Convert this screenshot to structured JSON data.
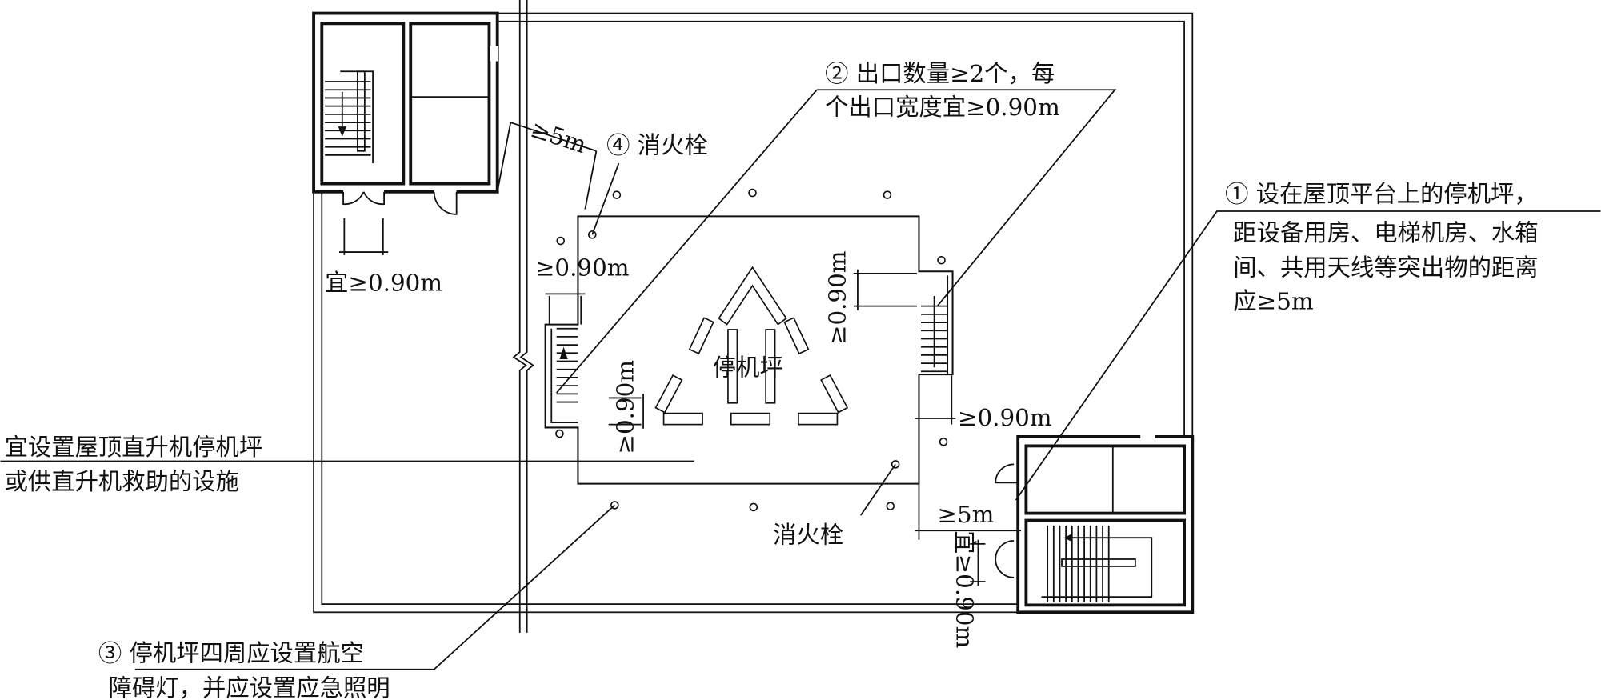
{
  "labels": {
    "note1": [
      "① 设在屋顶平台上的停机坪，",
      "距设备用房、电梯机房、水箱",
      "间、共用天线等突出物的距离",
      "应≥5m"
    ],
    "note2": [
      "② 出口数量≥2个，每",
      "个出口宽度宜≥0.90m"
    ],
    "note3": [
      "③ 停机坪四周应设置航空",
      "障碍灯，并应设置应急照明"
    ],
    "note4": "④ 消火栓",
    "side_note": [
      "宜设置屋顶直升机停机坪",
      "或供直升机救助的设施"
    ],
    "helipad": "停机坪",
    "hydrant": "消火栓",
    "dims": {
      "top_5m": "≥5m",
      "door_width_left": "宜≥0.90m",
      "left_exit": "≥0.90m",
      "left_vertical": "≥0.90m",
      "right_vertical": "≥0.90m",
      "right_exit": "≥0.90m",
      "bottom_5m": "≥5m",
      "door_width_right": "宜≥0.90m"
    }
  }
}
